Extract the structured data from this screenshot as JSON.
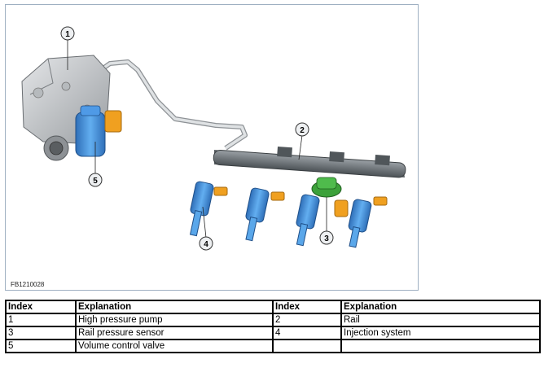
{
  "figure": {
    "code": "FB1210028",
    "callouts": [
      "1",
      "2",
      "3",
      "4",
      "5"
    ],
    "colors": {
      "pump_body": "#d0d3d6",
      "volume_valve": "#3d8fe0",
      "connector": "#f0a020",
      "rail": "#7d8489",
      "pressure_sensor": "#3ca13a",
      "injector": "#4a96dc",
      "line": "#c6cacd"
    }
  },
  "table": {
    "headers": [
      "Index",
      "Explanation",
      "Index",
      "Explanation"
    ],
    "rows": [
      [
        "1",
        "High pressure pump",
        "2",
        "Rail"
      ],
      [
        "3",
        "Rail pressure sensor",
        "4",
        "Injection system"
      ],
      [
        "5",
        "Volume control valve",
        "",
        ""
      ]
    ]
  }
}
